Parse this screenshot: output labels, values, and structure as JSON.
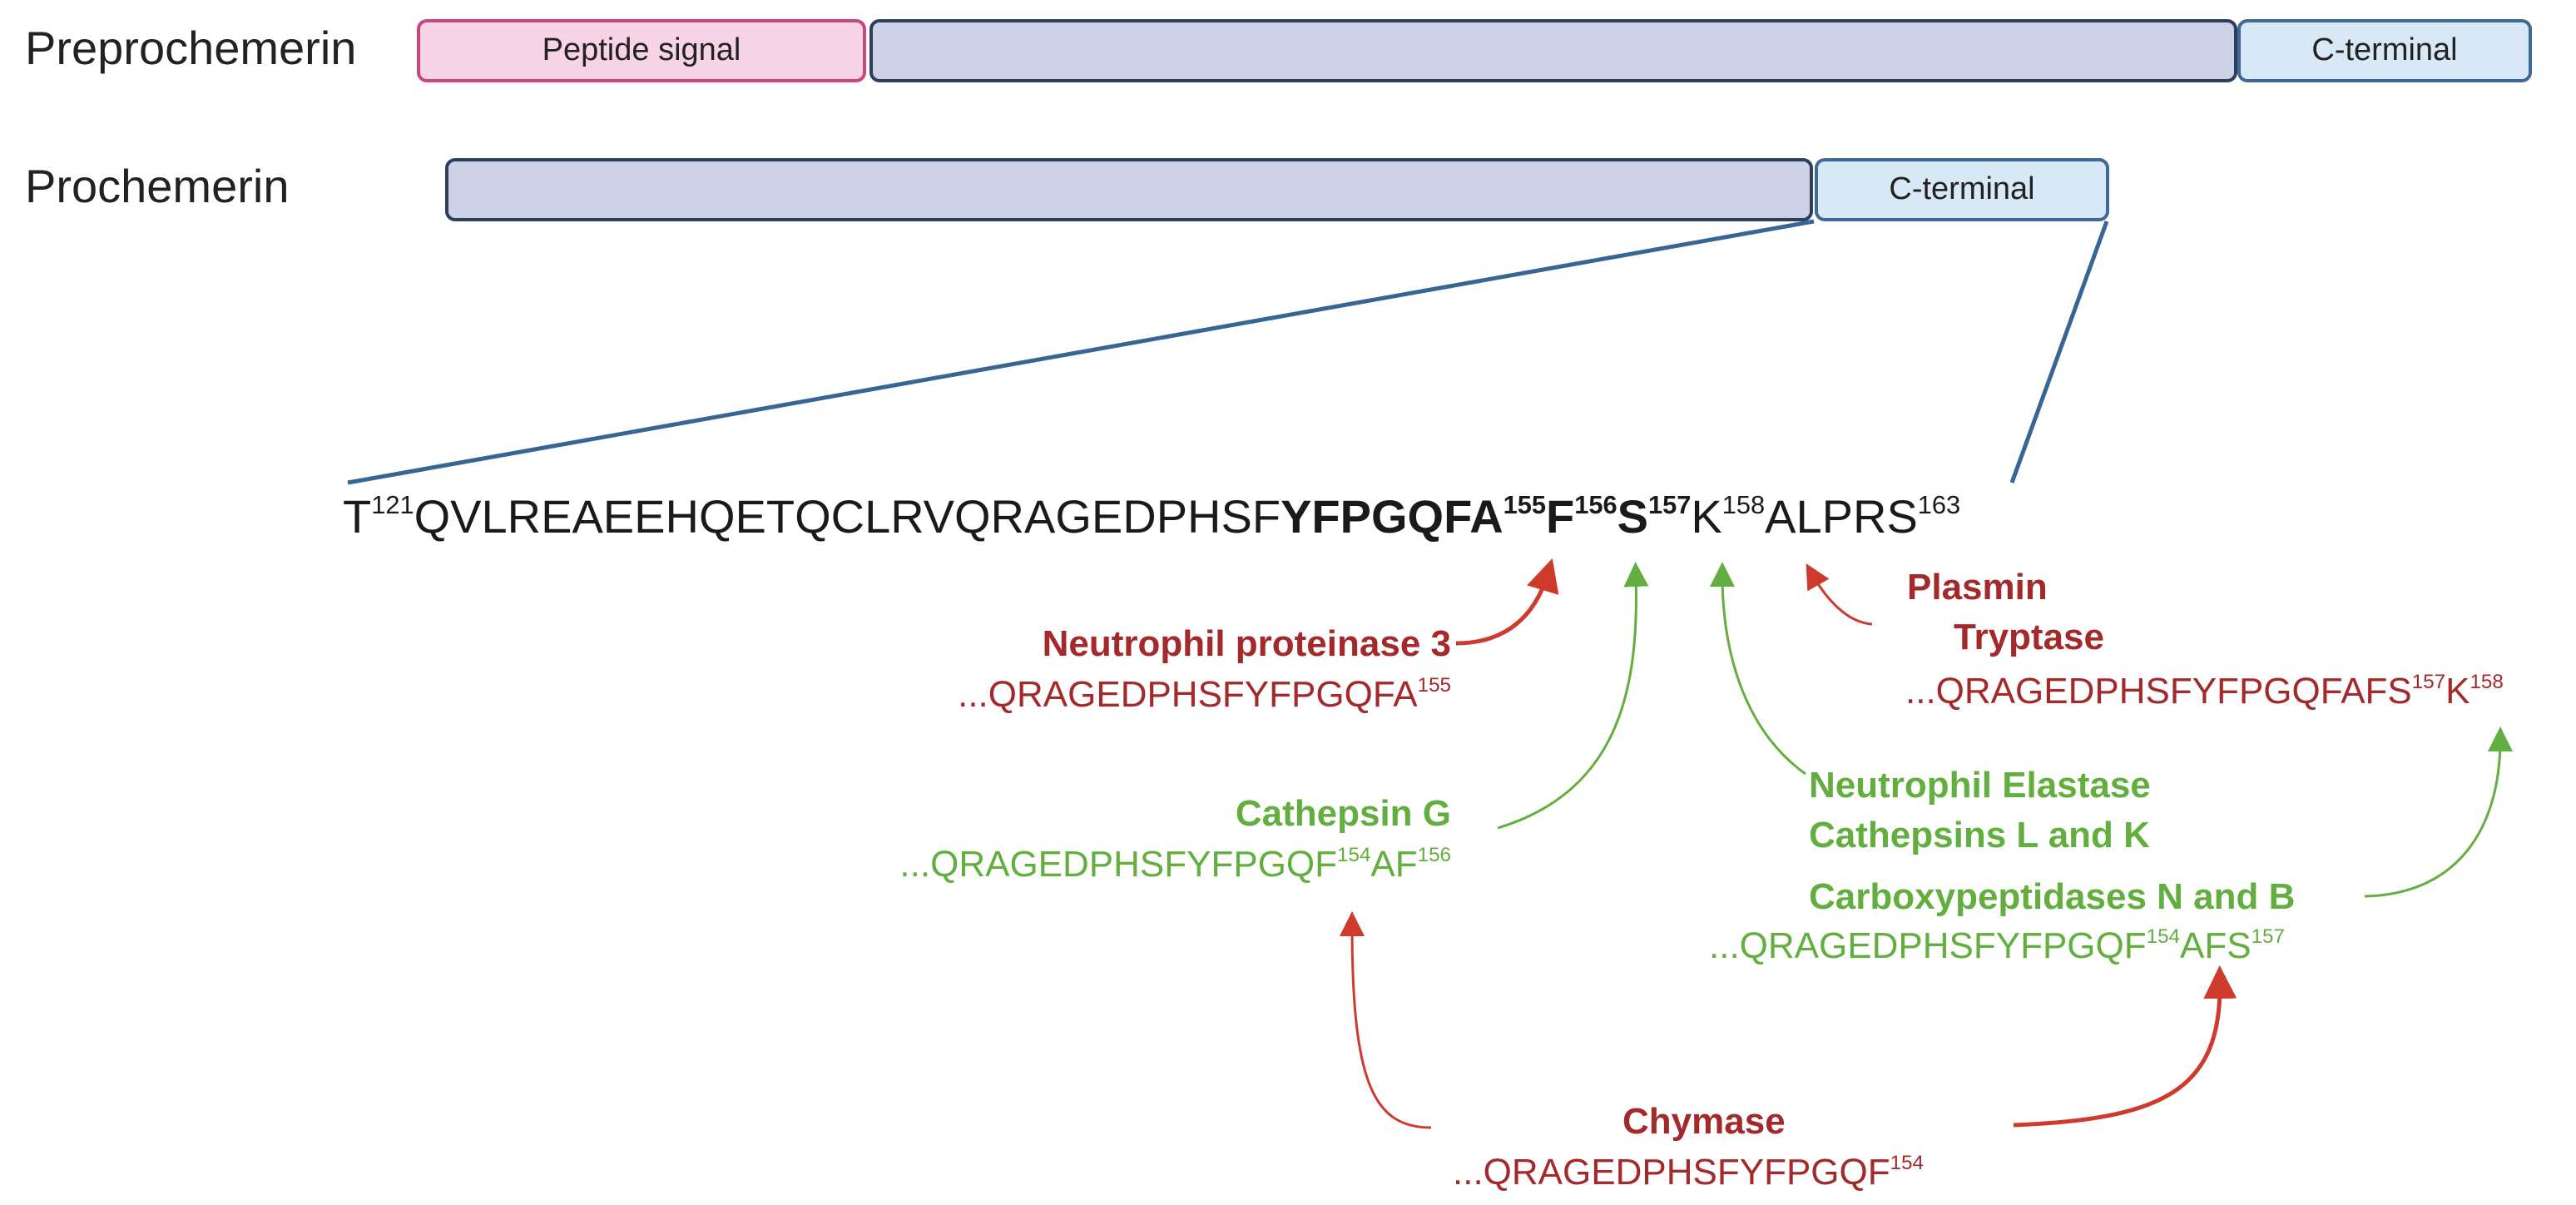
{
  "rows": {
    "preprochemerin_label": "Preprochemerin",
    "prochemerin_label": "Prochemerin"
  },
  "boxes": {
    "signal_label": "Peptide signal",
    "cterm_label_pre": "C-terminal",
    "cterm_label_pro": "C-terminal"
  },
  "sequence": {
    "start_residue": "T",
    "start_num": "121",
    "plain_part": "QVLREAEEHQETQCLRVQRAGEDPHSF",
    "bold_part": "YFPGQFA",
    "num_155": "155",
    "res_f": "F",
    "num_156": "156",
    "res_s": "S",
    "num_157": "157",
    "res_k": "K",
    "num_158": "158",
    "tail": "ALPRS",
    "num_163": "163"
  },
  "enzymes": {
    "proteinase3": {
      "name": "Neutrophil proteinase 3",
      "peptide": "...QRAGEDPHSFYFPGQFA",
      "sup": "155"
    },
    "cathepsin_g": {
      "name": "Cathepsin G",
      "peptide": "...QRAGEDPHSFYFPGQF",
      "sup1": "154",
      "mid": "AF",
      "sup2": "156"
    },
    "plasmin": {
      "name1": "Plasmin",
      "name2": "Tryptase",
      "peptide": "...QRAGEDPHSFYFPGQFAFS",
      "sup1": "157",
      "mid": "K",
      "sup2": "158"
    },
    "elastase": {
      "name1": "Neutrophil Elastase",
      "name2": "Cathepsins L and K"
    },
    "carboxypeptidases": {
      "name": "Carboxypeptidases N and B",
      "peptide": "...QRAGEDPHSFYFPGQF",
      "sup1": "154",
      "mid": "AFS",
      "sup2": "157"
    },
    "chymase": {
      "name": "Chymase",
      "peptide": "...QRAGEDPHSFYFPGQF",
      "sup": "154"
    }
  },
  "colors": {
    "signal_fill": "#f7d3e6",
    "signal_border": "#c8477f",
    "body_fill": "#cdd2e6",
    "body_border": "#2e3f5e",
    "cterm_fill": "#d8e8f7",
    "cterm_border": "#3f6a96",
    "connector": "#386694",
    "red": "#a3292b",
    "red_arrow": "#cf3a2e",
    "green": "#62ae3e"
  }
}
